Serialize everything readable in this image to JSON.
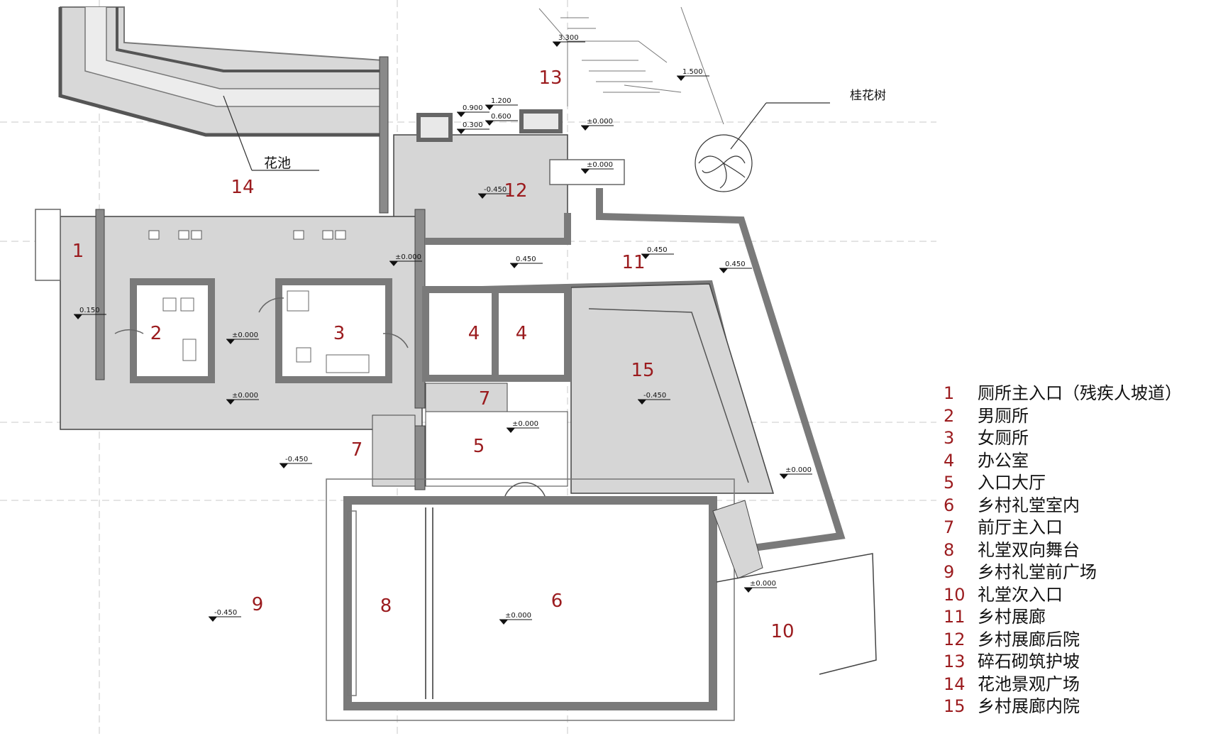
{
  "colors": {
    "room_number": "#9b1b1e",
    "wall": "#7a7a7a",
    "paving": "#d6d6d6",
    "line": "#333333",
    "grid": "#bbbbbb"
  },
  "annotations": {
    "flower_bed": "花池",
    "osmanthus_tree": "桂花树"
  },
  "room_labels": [
    {
      "id": "r1",
      "text": "1"
    },
    {
      "id": "r2",
      "text": "2"
    },
    {
      "id": "r3",
      "text": "3"
    },
    {
      "id": "r4a",
      "text": "4"
    },
    {
      "id": "r4b",
      "text": "4"
    },
    {
      "id": "r5",
      "text": "5"
    },
    {
      "id": "r6",
      "text": "6"
    },
    {
      "id": "r7a",
      "text": "7"
    },
    {
      "id": "r7b",
      "text": "7"
    },
    {
      "id": "r8",
      "text": "8"
    },
    {
      "id": "r9",
      "text": "9"
    },
    {
      "id": "r10",
      "text": "10"
    },
    {
      "id": "r11",
      "text": "11"
    },
    {
      "id": "r12",
      "text": "12"
    },
    {
      "id": "r13",
      "text": "13"
    },
    {
      "id": "r14",
      "text": "14"
    },
    {
      "id": "r15",
      "text": "15"
    }
  ],
  "elevations": [
    {
      "id": "e1",
      "text": "3.300"
    },
    {
      "id": "e2",
      "text": "1.500"
    },
    {
      "id": "e3",
      "text": "1.200"
    },
    {
      "id": "e4",
      "text": "0.900"
    },
    {
      "id": "e5",
      "text": "0.600"
    },
    {
      "id": "e6",
      "text": "0.300"
    },
    {
      "id": "e7",
      "text": "±0.000"
    },
    {
      "id": "e8",
      "text": "±0.000"
    },
    {
      "id": "e9",
      "text": "-0.450"
    },
    {
      "id": "e10",
      "text": "±0.000"
    },
    {
      "id": "e11",
      "text": "0.450"
    },
    {
      "id": "e12",
      "text": "0.450"
    },
    {
      "id": "e13",
      "text": "0.450"
    },
    {
      "id": "e14",
      "text": "0.150"
    },
    {
      "id": "e15",
      "text": "±0.000"
    },
    {
      "id": "e16",
      "text": "±0.000"
    },
    {
      "id": "e17",
      "text": "±0.000"
    },
    {
      "id": "e18",
      "text": "-0.450"
    },
    {
      "id": "e19",
      "text": "-0.450"
    },
    {
      "id": "e20",
      "text": "±0.000"
    },
    {
      "id": "e21",
      "text": "±0.000"
    },
    {
      "id": "e22",
      "text": "-0.450"
    },
    {
      "id": "e23",
      "text": "±0.000"
    }
  ],
  "legend": [
    {
      "num": "1",
      "label": "厕所主入口（残疾人坡道）"
    },
    {
      "num": "2",
      "label": "男厕所"
    },
    {
      "num": "3",
      "label": "女厕所"
    },
    {
      "num": "4",
      "label": "办公室"
    },
    {
      "num": "5",
      "label": "入口大厅"
    },
    {
      "num": "6",
      "label": "乡村礼堂室内"
    },
    {
      "num": "7",
      "label": "前厅主入口"
    },
    {
      "num": "8",
      "label": "礼堂双向舞台"
    },
    {
      "num": "9",
      "label": "乡村礼堂前广场"
    },
    {
      "num": "10",
      "label": "礼堂次入口"
    },
    {
      "num": "11",
      "label": "乡村展廊"
    },
    {
      "num": "12",
      "label": "乡村展廊后院"
    },
    {
      "num": "13",
      "label": "碎石砌筑护坡"
    },
    {
      "num": "14",
      "label": "花池景观广场"
    },
    {
      "num": "15",
      "label": "乡村展廊内院"
    }
  ]
}
